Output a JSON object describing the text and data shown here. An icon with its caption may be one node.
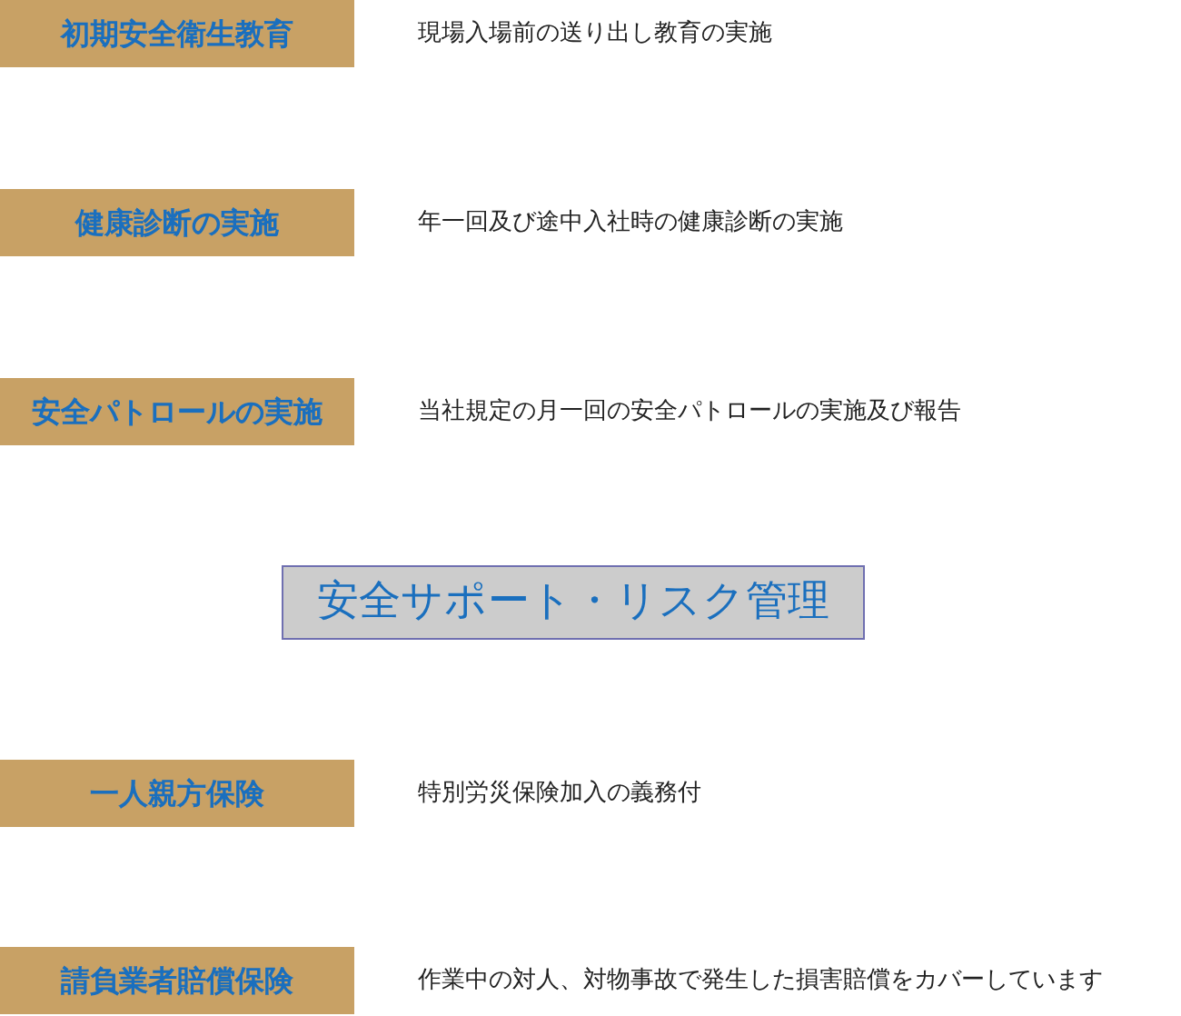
{
  "diagram": {
    "nodes": [
      {
        "text": [
          "初期安全衛生教育"
        ],
        "beside": [
          "現場入場前の送り出し教育の実施"
        ]
      },
      {
        "text": [
          "健康診断の実施"
        ],
        "beside": [
          "年一回及び途中入社時の健康診断の実施"
        ]
      },
      {
        "text": [
          "安全パトロールの実施"
        ],
        "beside": [
          "当社規定の月一回の安全パトロールの実施及び報告"
        ]
      },
      {
        "text": [
          "安全サポート・リスク管理"
        ]
      },
      {
        "text": [
          "一人親方保険"
        ],
        "beside": [
          "特別労災保険加入の義務付"
        ]
      },
      {
        "text": [
          "請負業者賠償保険"
        ],
        "beside": [
          "作業中の対人、対物事故で発生した損害賠償をカバーしています"
        ]
      }
    ],
    "edges": []
  }
}
